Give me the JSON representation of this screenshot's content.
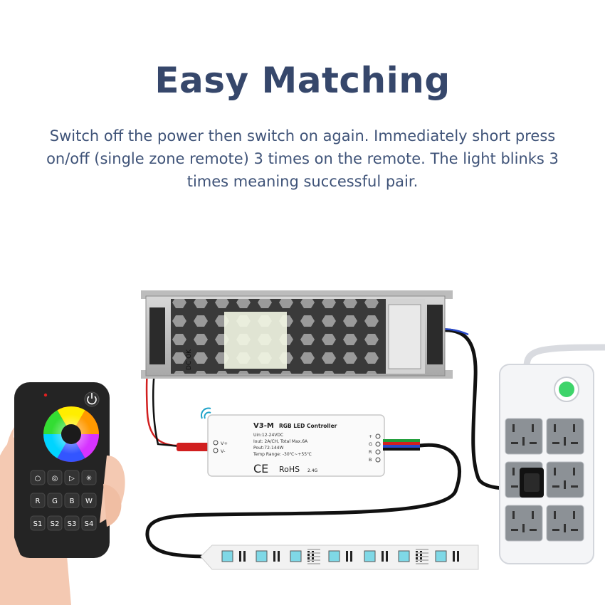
{
  "title": "Easy Matching",
  "description": "Switch off the power then switch on again. Immediately short press on/off (single zone remote) 3 times on the remote. The light blinks 3 times meaning successful pair.",
  "power_supply": {
    "label": "DC OK"
  },
  "controller": {
    "model": "V3-M",
    "name": "RGB LED Controller",
    "specs": [
      "Uin:12-24VDC",
      "Iout: 2A/CH, Total Max.6A",
      "Pout:72-144W",
      "Temp Range: -30℃~+55℃"
    ],
    "input_terminals": [
      "V+",
      "V-"
    ],
    "output_terminals": [
      "+",
      "G",
      "R",
      "B"
    ],
    "ce": "CE",
    "rohs": "RoHS",
    "freq": "2.4G"
  },
  "remote": {
    "mode_row": [
      "○",
      "◎",
      "▷",
      "✳"
    ],
    "color_row": [
      "R",
      "G",
      "B",
      "W"
    ],
    "scene_row": [
      "S1",
      "S2",
      "S3",
      "S4"
    ]
  },
  "colors": {
    "title": "#36476b",
    "text": "#3f5378",
    "remote_body": "#2a2a2a",
    "wire_red": "#d11f1f",
    "wire_black": "#111111",
    "led_chip": "#7fd8e6",
    "power_indicator": "#3ed46a"
  }
}
